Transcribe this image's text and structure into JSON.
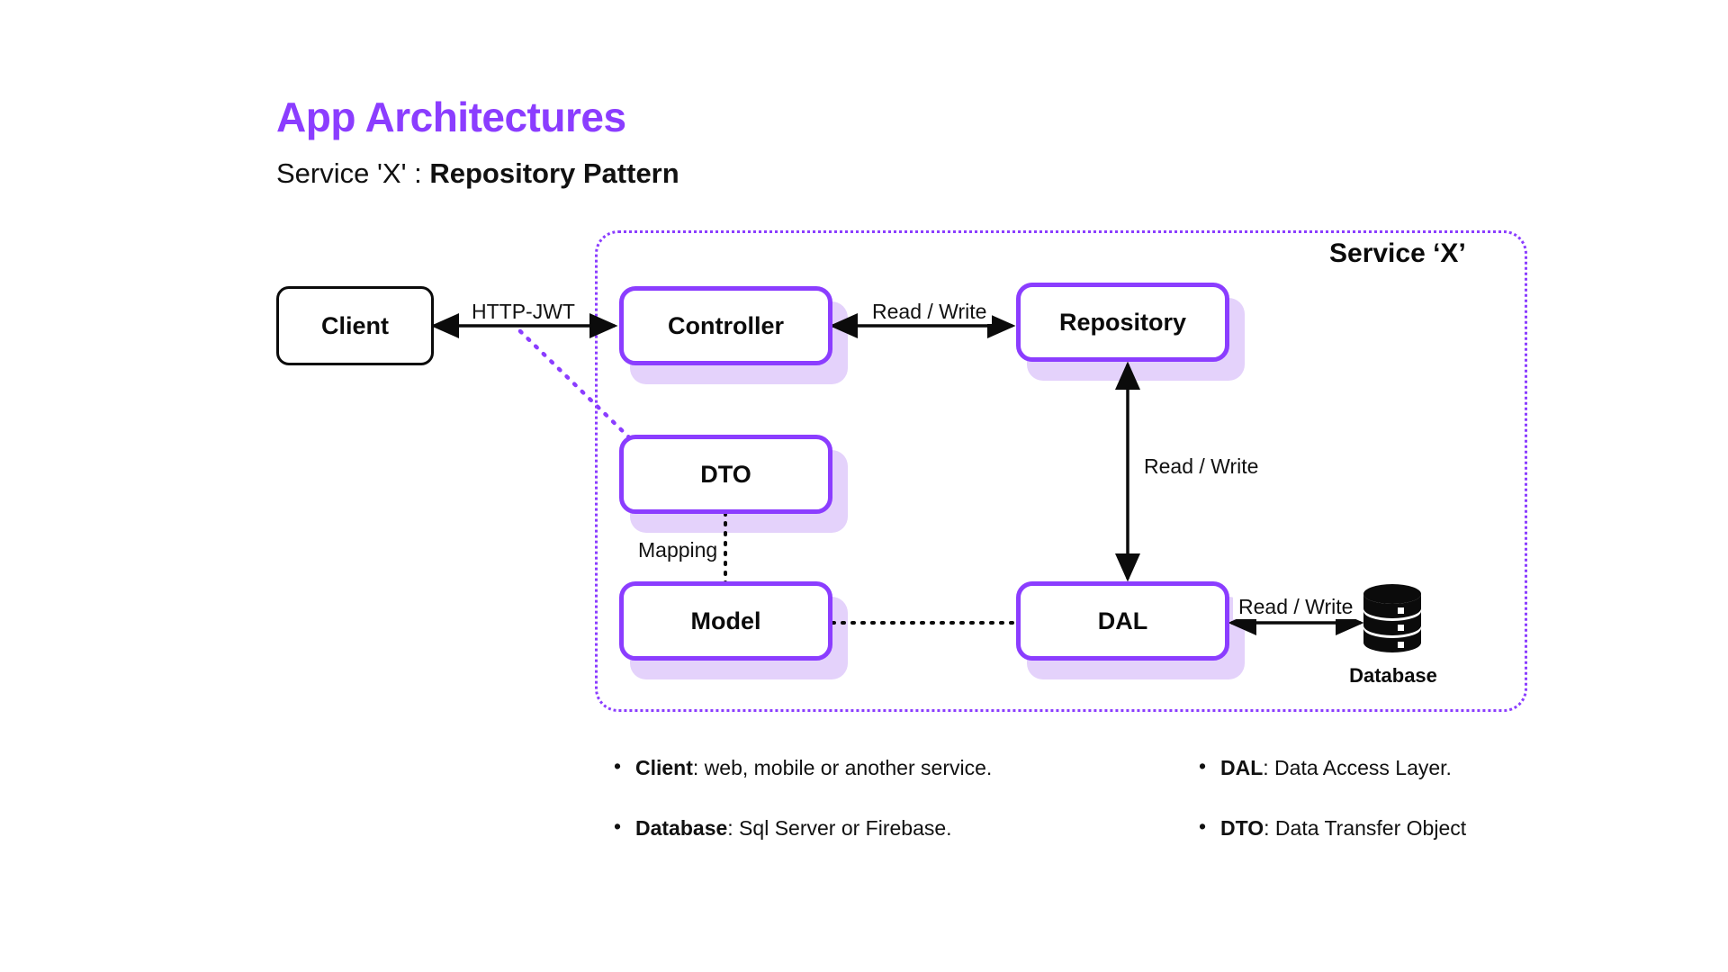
{
  "header": {
    "title": "App Architectures",
    "subtitle_prefix": "Service 'X' : ",
    "subtitle_strong": "Repository Pattern",
    "title_color": "#8B3DFF"
  },
  "diagram": {
    "container_label": "Service ‘X’",
    "accent_color": "#8B3DFF",
    "shadow_color": "#E4D2FB",
    "nodes": [
      {
        "id": "client",
        "label": "Client",
        "style": "plain"
      },
      {
        "id": "controller",
        "label": "Controller",
        "style": "purple"
      },
      {
        "id": "repository",
        "label": "Repository",
        "style": "purple"
      },
      {
        "id": "dto",
        "label": "DTO",
        "style": "purple"
      },
      {
        "id": "model",
        "label": "Model",
        "style": "purple"
      },
      {
        "id": "dal",
        "label": "DAL",
        "style": "purple"
      }
    ],
    "database": {
      "icon": "database-cylinder-icon",
      "label": "Database"
    },
    "edges": [
      {
        "id": "client-controller",
        "label": "HTTP-JWT",
        "kind": "bidirectional"
      },
      {
        "id": "controller-repository",
        "label": "Read / Write",
        "kind": "bidirectional"
      },
      {
        "id": "repository-dal",
        "label": "Read / Write",
        "kind": "bidirectional"
      },
      {
        "id": "dal-database",
        "label": "Read / Write",
        "kind": "bidirectional"
      },
      {
        "id": "dto-model",
        "label": "Mapping",
        "kind": "dotted"
      },
      {
        "id": "model-dal",
        "label": "",
        "kind": "dotted"
      },
      {
        "id": "client-dto",
        "label": "",
        "kind": "dotted-purple"
      }
    ]
  },
  "legend": {
    "left": [
      {
        "term": "Client",
        "description": ": web, mobile or another service."
      },
      {
        "term": "Database",
        "description": ": Sql Server or Firebase."
      }
    ],
    "right": [
      {
        "term": "DAL",
        "description": ": Data Access Layer."
      },
      {
        "term": "DTO",
        "description": ": Data Transfer Object"
      }
    ],
    "bullet": "•"
  }
}
